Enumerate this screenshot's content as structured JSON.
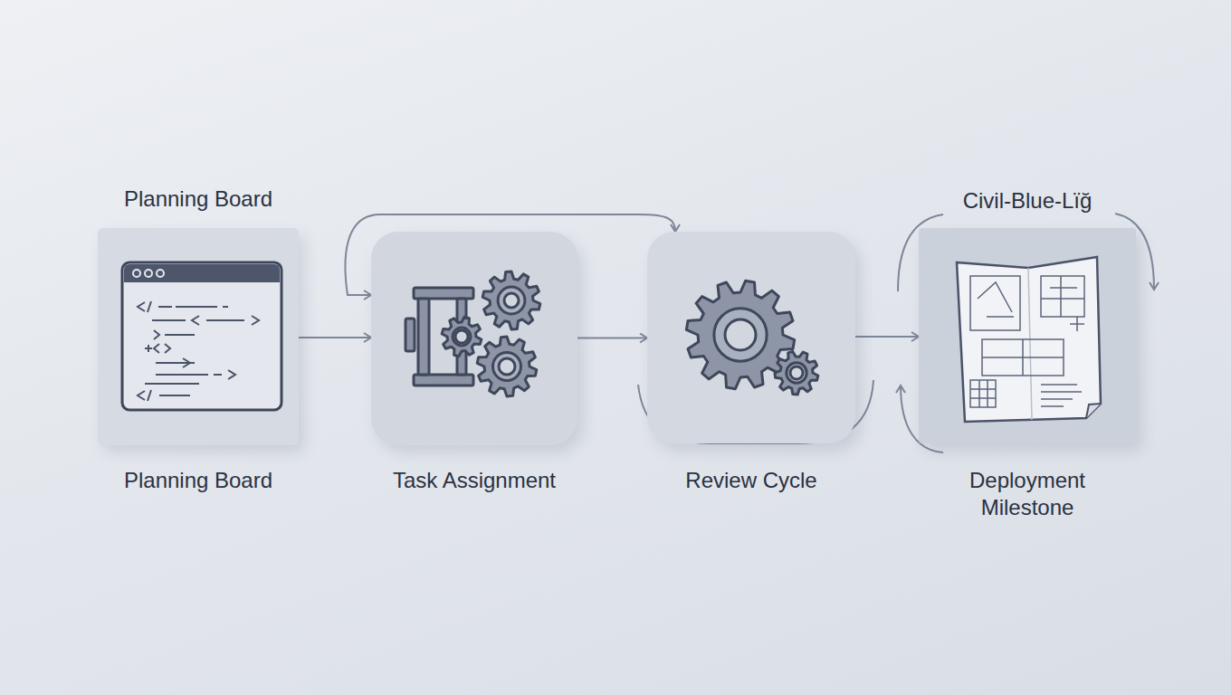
{
  "diagram": {
    "nodes": [
      {
        "text": [
          "Planning Board",
          "Planning Board"
        ]
      },
      {
        "text": [
          "Task Assignment"
        ]
      },
      {
        "text": [
          "Review Cycle"
        ]
      },
      {
        "text": [
          "Civil-Blue-Lïğ",
          "Deployment Milestone"
        ]
      }
    ],
    "edges": [
      {
        "from": 0,
        "to": 1,
        "arrow": "to"
      },
      {
        "from": 1,
        "to": 2,
        "arrow": "to"
      },
      {
        "from": 2,
        "to": 3,
        "arrow": "to"
      },
      {
        "from": 1,
        "to": 2,
        "arrow": "both"
      }
    ]
  }
}
